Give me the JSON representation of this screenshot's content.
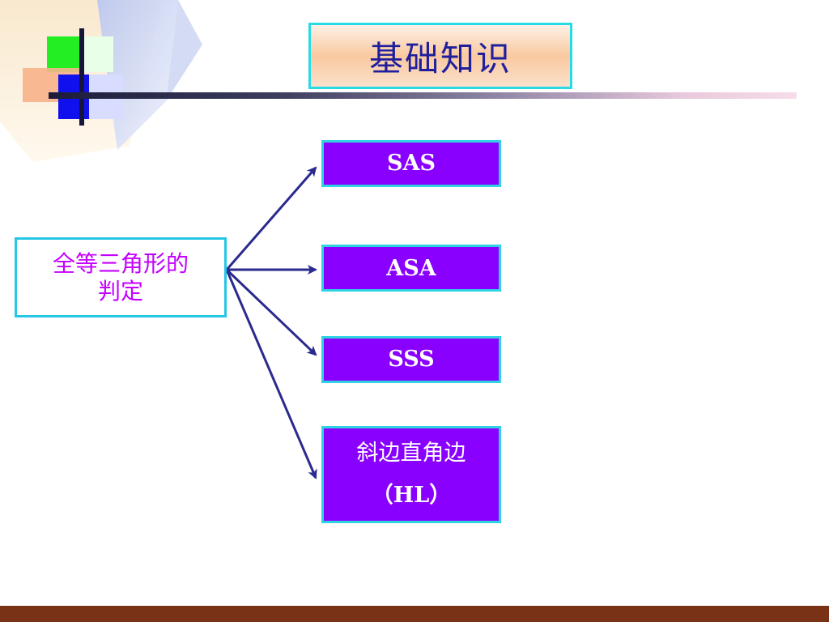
{
  "title": "基础知识",
  "root": {
    "line1": "全等三角形的",
    "line2": "判定"
  },
  "branches": [
    {
      "label": "SAS"
    },
    {
      "label": "ASA"
    },
    {
      "label": "SSS"
    },
    {
      "label_line1": "斜边直角边",
      "label_line2": "（HL）"
    }
  ],
  "colors": {
    "title_text": "#1f1f9e",
    "title_border": "#26dbe6",
    "root_text": "#c400ff",
    "root_border": "#26c6e6",
    "leaf_fill": "#8a00ff",
    "leaf_border": "#2fd2e0",
    "arrow": "#2a2a8f",
    "footer": "#7a3217"
  }
}
